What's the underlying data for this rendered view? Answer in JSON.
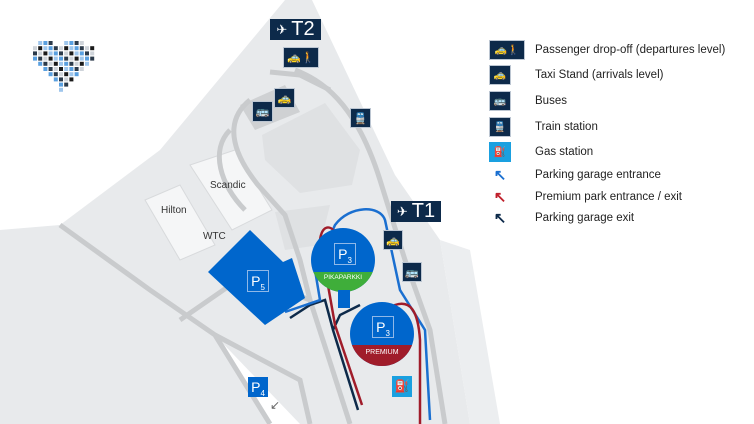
{
  "map": {
    "terminals": [
      {
        "label": "T2"
      },
      {
        "label": "T1"
      }
    ],
    "buildings": [
      {
        "label": "Scandic"
      },
      {
        "label": "Hilton"
      },
      {
        "label": "WTC"
      }
    ],
    "parking": {
      "p5": {
        "letter": "P",
        "sub": "5"
      },
      "p3_pika": {
        "letter": "P",
        "sub": "3",
        "band": "PIKAPARKKI"
      },
      "p3_premium": {
        "letter": "P",
        "sub": "3",
        "band": "PREMIUM"
      },
      "p4": {
        "letter": "P",
        "sub": "4"
      }
    },
    "colors": {
      "navy": "#0d2a4a",
      "parking_blue": "#0066cc",
      "premium_red": "#a01c2a",
      "pikaparkki_green": "#3fae3a",
      "gas_cyan": "#1aa0e0",
      "ground": "#e8eaec",
      "road": "#c9cbcd"
    }
  },
  "legend": {
    "items": [
      {
        "icon": "drop-off-icon",
        "label": "Passenger drop-off (departures level)"
      },
      {
        "icon": "taxi-icon",
        "label": "Taxi Stand (arrivals level)"
      },
      {
        "icon": "bus-icon",
        "label": "Buses"
      },
      {
        "icon": "train-icon",
        "label": "Train station"
      },
      {
        "icon": "gas-station-icon",
        "label": "Gas station"
      },
      {
        "icon": "arrow-blue-icon",
        "label": "Parking garage entrance"
      },
      {
        "icon": "arrow-red-icon",
        "label": "Premium park entrance / exit"
      },
      {
        "icon": "arrow-navy-icon",
        "label": "Parking garage exit"
      }
    ]
  }
}
